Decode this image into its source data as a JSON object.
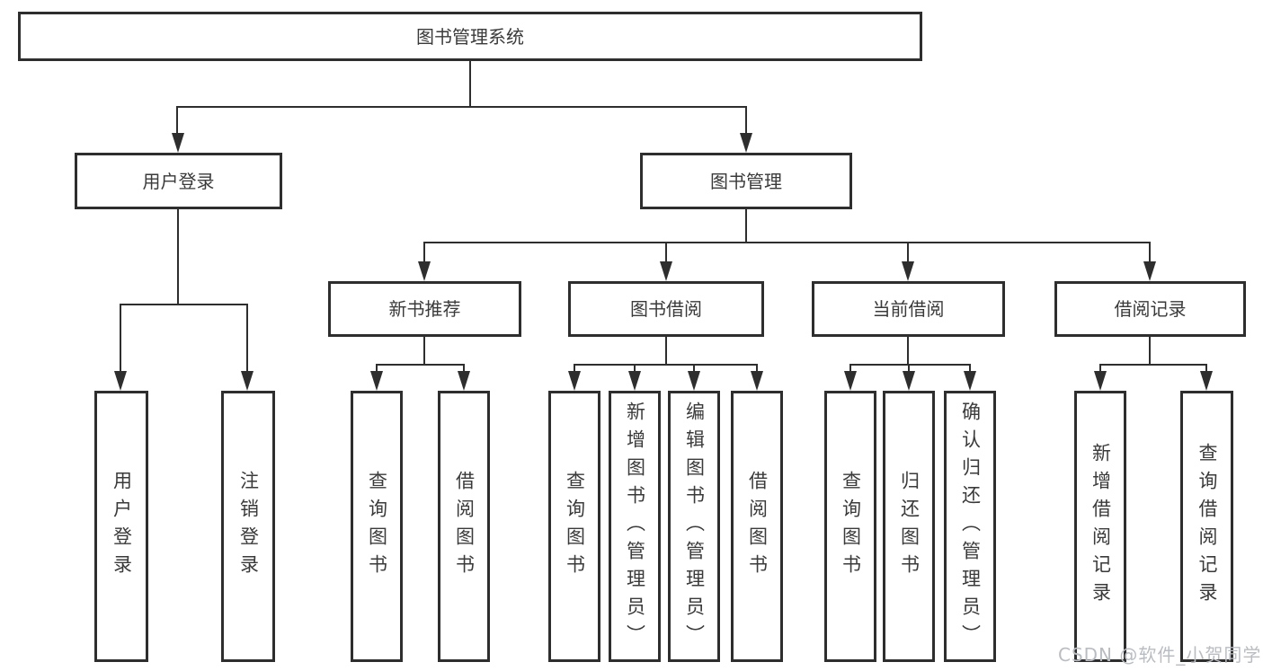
{
  "diagram_title": "图书管理系统",
  "tree": {
    "root": {
      "label": "图书管理系统"
    },
    "branches": [
      {
        "label": "用户登录",
        "children": [
          {
            "label": "用户登录"
          },
          {
            "label": "注销登录"
          }
        ]
      },
      {
        "label": "图书管理",
        "children": [
          {
            "label": "新书推荐",
            "children": [
              {
                "label": "查询图书"
              },
              {
                "label": "借阅图书"
              }
            ]
          },
          {
            "label": "图书借阅",
            "children": [
              {
                "label": "查询图书"
              },
              {
                "label": "新增图书（管理员）"
              },
              {
                "label": "编辑图书（管理员）"
              },
              {
                "label": "借阅图书"
              }
            ]
          },
          {
            "label": "当前借阅",
            "children": [
              {
                "label": "查询图书"
              },
              {
                "label": "归还图书"
              },
              {
                "label": "确认归还（管理员）"
              }
            ]
          },
          {
            "label": "借阅记录",
            "children": [
              {
                "label": "新增借阅记录"
              },
              {
                "label": "查询借阅记录"
              }
            ]
          }
        ]
      }
    ]
  },
  "watermark": {
    "text": "CSDN @软件_小贺同学"
  },
  "colors": {
    "line": "#2e2e2e",
    "text": "#3a3a3a",
    "background": "#ffffff",
    "watermark": "#b9bdc2"
  }
}
